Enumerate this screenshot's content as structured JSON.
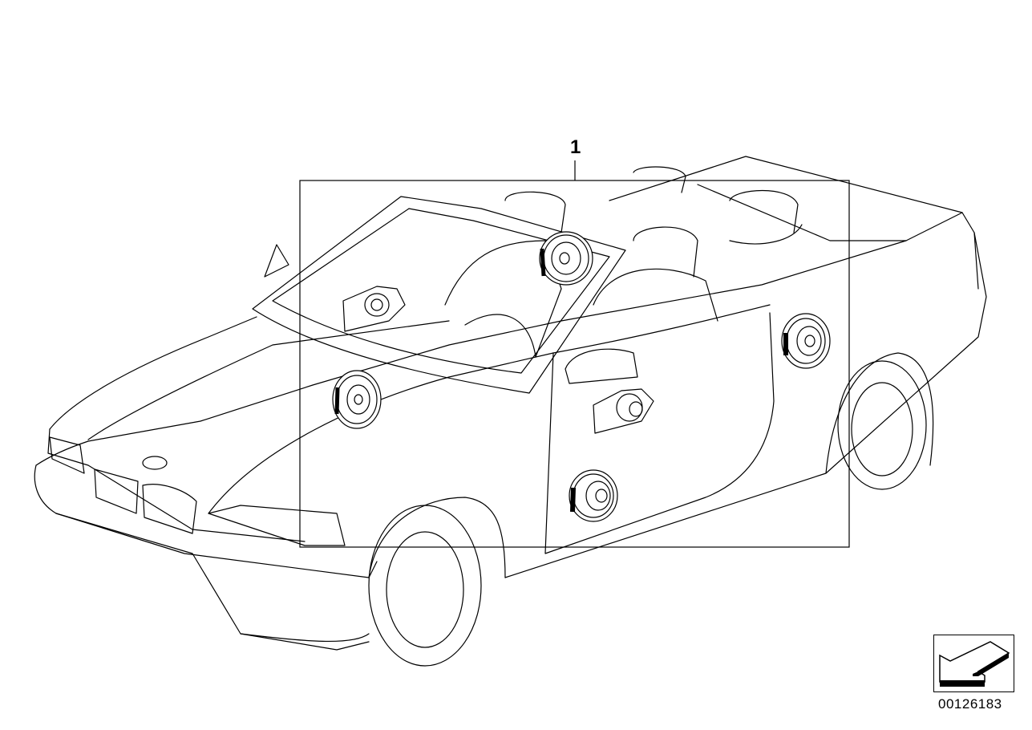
{
  "diagram": {
    "callouts": [
      {
        "number": "1"
      }
    ],
    "reference_number": "00126183",
    "icons": [
      "car-convertible-drawing",
      "speaker-icon",
      "direction-arrow-icon"
    ]
  }
}
